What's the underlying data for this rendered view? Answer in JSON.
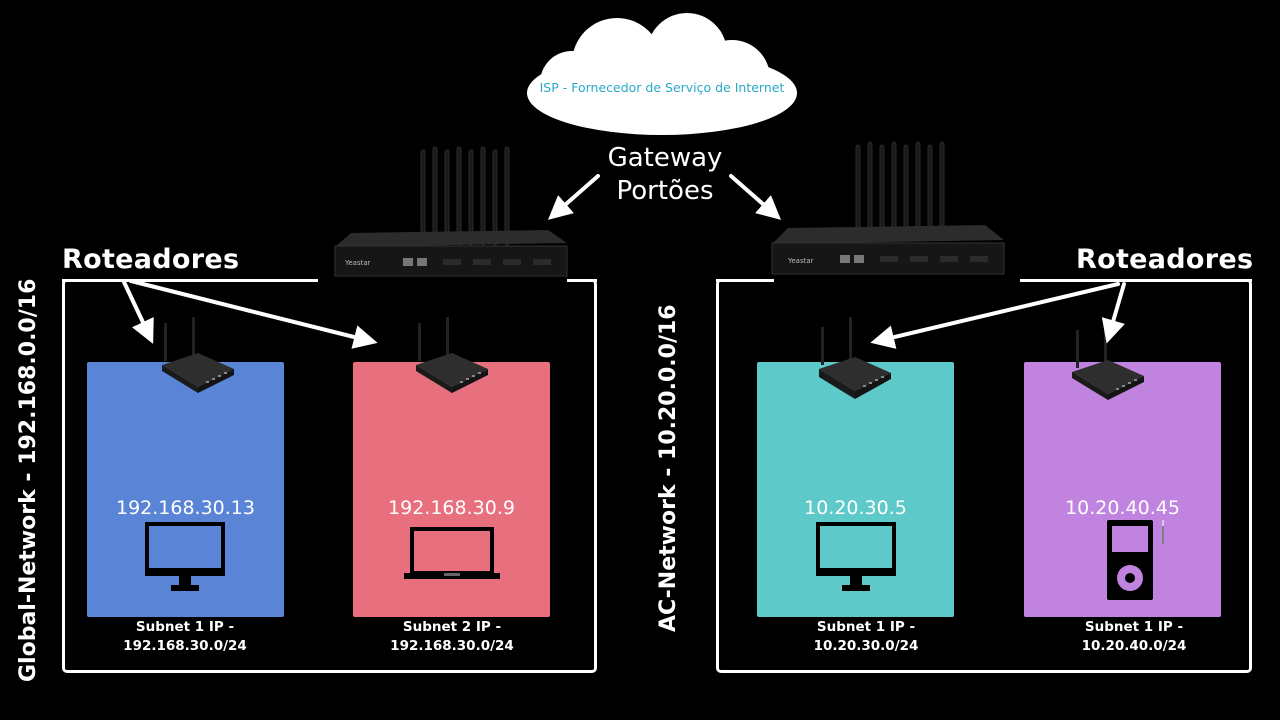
{
  "cloud": {
    "text": "ISP - Fornecedor de Serviço de Internet"
  },
  "gateway": {
    "line1": "Gateway",
    "line2": "Portões"
  },
  "left": {
    "routers_label": "Roteadores",
    "network_label": "Global-Network - 192.168.0.0/16",
    "gateway_brand": "Yeastar",
    "subnets": [
      {
        "ip": "192.168.30.13",
        "device": "monitor-icon",
        "caption_line1": "Subnet 1 IP -",
        "caption_line2": "192.168.30.0/24",
        "color": "#5a85d6"
      },
      {
        "ip": "192.168.30.9",
        "device": "laptop-icon",
        "caption_line1": "Subnet 2 IP -",
        "caption_line2": "192.168.30.0/24",
        "color": "#e8707e"
      }
    ]
  },
  "right": {
    "routers_label": "Roteadores",
    "network_label": "AC-Network - 10.20.0.0/16",
    "gateway_brand": "Yeastar",
    "subnets": [
      {
        "ip": "10.20.30.5",
        "device": "monitor-icon",
        "caption_line1": "Subnet 1 IP -",
        "caption_line2": "10.20.30.0/24",
        "color": "#5ec9c9"
      },
      {
        "ip": "10.20.40.45",
        "device": "ipod-icon",
        "caption_line1": "Subnet 1 IP -",
        "caption_line2": "10.20.40.0/24",
        "color": "#c183e0"
      }
    ]
  }
}
